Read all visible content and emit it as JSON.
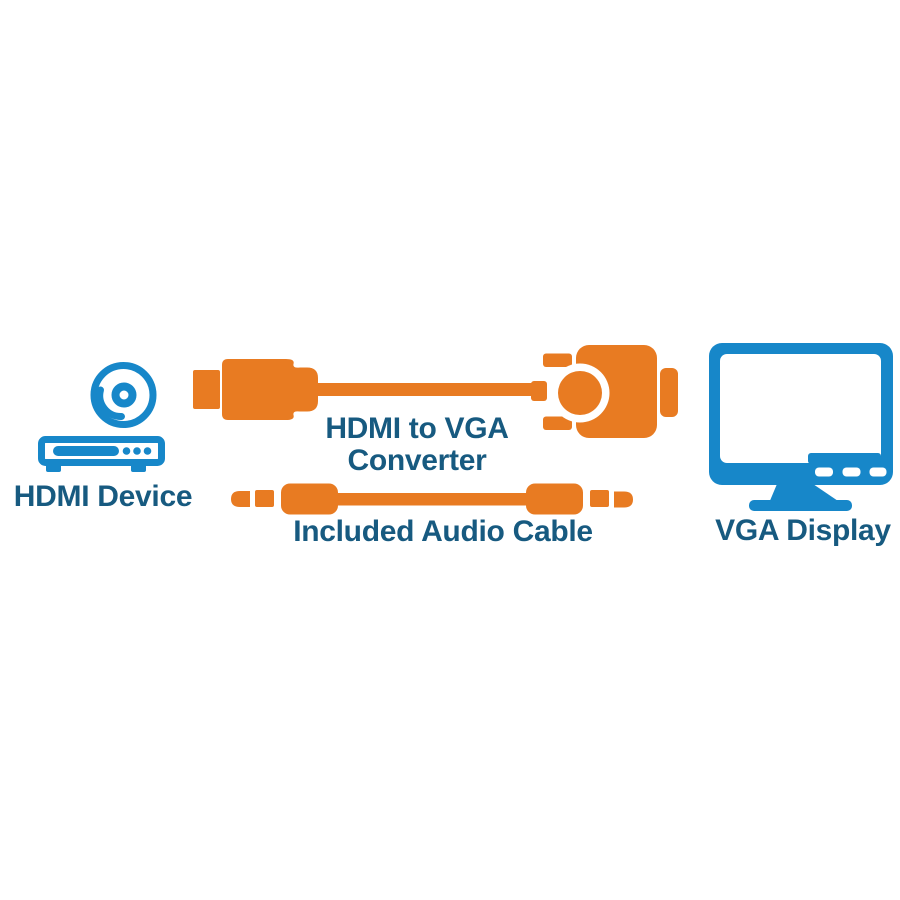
{
  "title": "HDMI to VGA Converter product diagram",
  "colors": {
    "background": "#ffffff",
    "orange": "#e87b22",
    "icon_blue": "#1787c9",
    "label_blue": "#175a80"
  },
  "labels": {
    "hdmi_device": "HDMI Device",
    "converter_line1": "HDMI to VGA",
    "converter_line2": "Converter",
    "audio_cable": "Included Audio Cable",
    "vga_display": "VGA Display"
  },
  "icons": {
    "hdmi_device": "disc-player-icon",
    "hdmi_cable": "hdmi-plug-cable-icon",
    "converter": "vga-adapter-icon",
    "audio_cable": "audio-jack-cable-icon",
    "vga_display": "monitor-icon"
  }
}
